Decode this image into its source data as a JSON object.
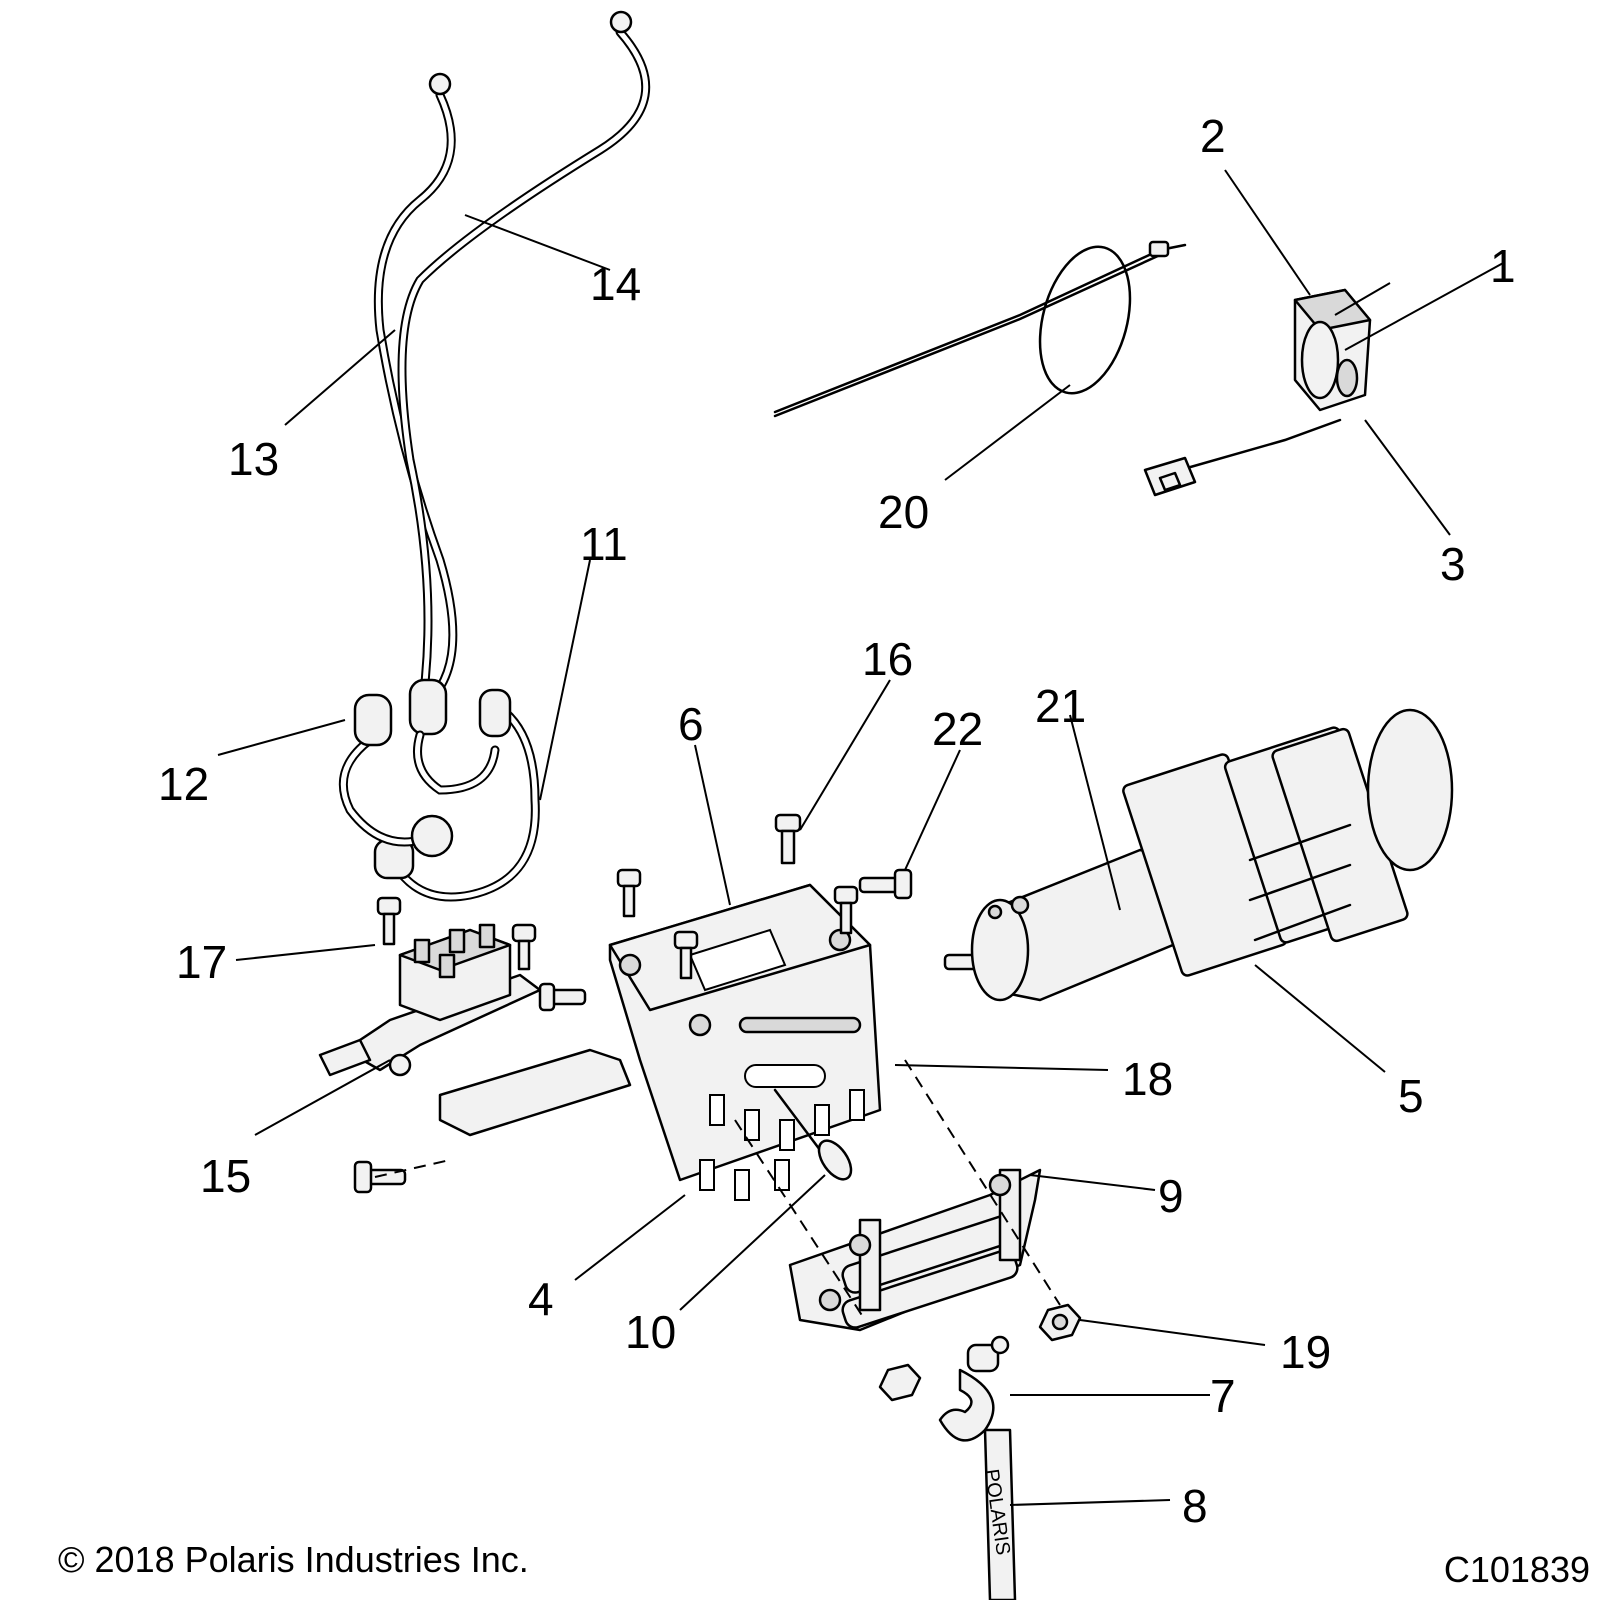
{
  "callouts": [
    {
      "id": "1",
      "text": "1"
    },
    {
      "id": "2",
      "text": "2"
    },
    {
      "id": "3",
      "text": "3"
    },
    {
      "id": "4",
      "text": "4"
    },
    {
      "id": "5",
      "text": "5"
    },
    {
      "id": "6",
      "text": "6"
    },
    {
      "id": "7",
      "text": "7"
    },
    {
      "id": "8",
      "text": "8"
    },
    {
      "id": "9",
      "text": "9"
    },
    {
      "id": "10",
      "text": "10"
    },
    {
      "id": "11",
      "text": "11"
    },
    {
      "id": "12",
      "text": "12"
    },
    {
      "id": "13",
      "text": "13"
    },
    {
      "id": "14",
      "text": "14"
    },
    {
      "id": "15",
      "text": "15"
    },
    {
      "id": "16",
      "text": "16"
    },
    {
      "id": "17",
      "text": "17"
    },
    {
      "id": "18",
      "text": "18"
    },
    {
      "id": "19",
      "text": "19"
    },
    {
      "id": "20",
      "text": "20"
    },
    {
      "id": "21",
      "text": "21"
    },
    {
      "id": "22",
      "text": "22"
    }
  ],
  "footer": {
    "copyright": "© 2018 Polaris Industries Inc.",
    "figure_id": "C101839"
  },
  "strap_text": "POLARIS"
}
